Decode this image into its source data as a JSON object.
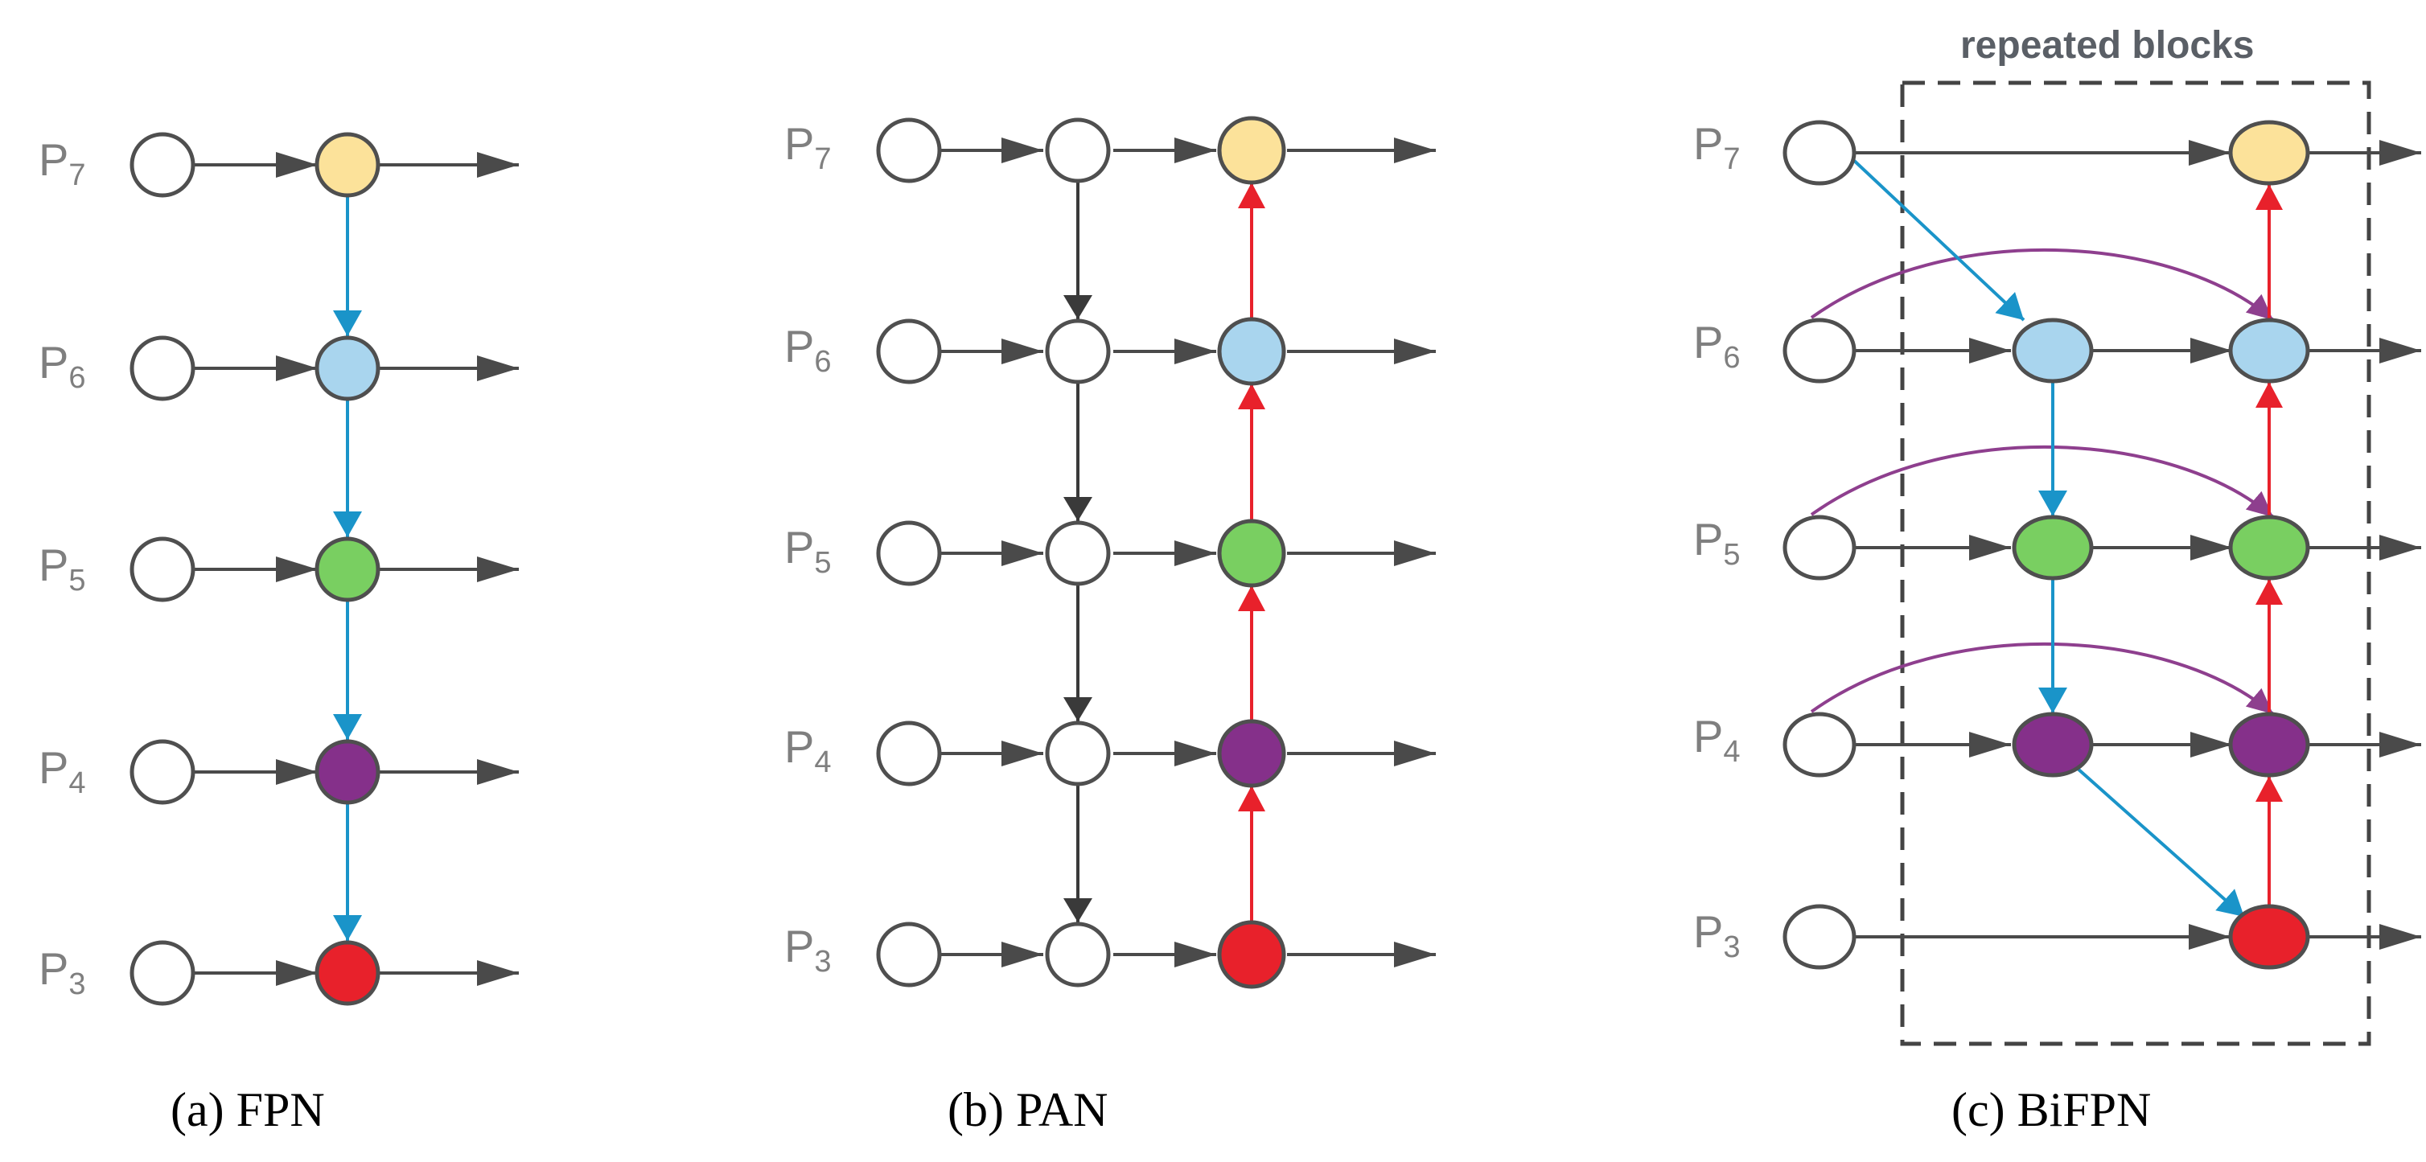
{
  "levels": [
    "P",
    "P",
    "P",
    "P",
    "P"
  ],
  "level_subs": [
    "7",
    "6",
    "5",
    "4",
    "3"
  ],
  "captions": {
    "fpn": "(a) FPN",
    "pan": "(b) PAN",
    "bifpn": "(c) BiFPN"
  },
  "repeated_label": "repeated blocks",
  "colors": {
    "p7": "#fce29a",
    "p6": "#a9d5ee",
    "p5": "#79cf61",
    "p4": "#85308a",
    "p3": "#e8212b",
    "plain_node": "#ffffff",
    "lateral_edge": "#4a4a4a",
    "top_down_edge": "#1a94c9",
    "bottom_up_edge": "#e8212b",
    "cross_scale_edge": "#8e3f8e",
    "pan_down_edge": "#3a3a3a",
    "box_border": "#444444"
  }
}
